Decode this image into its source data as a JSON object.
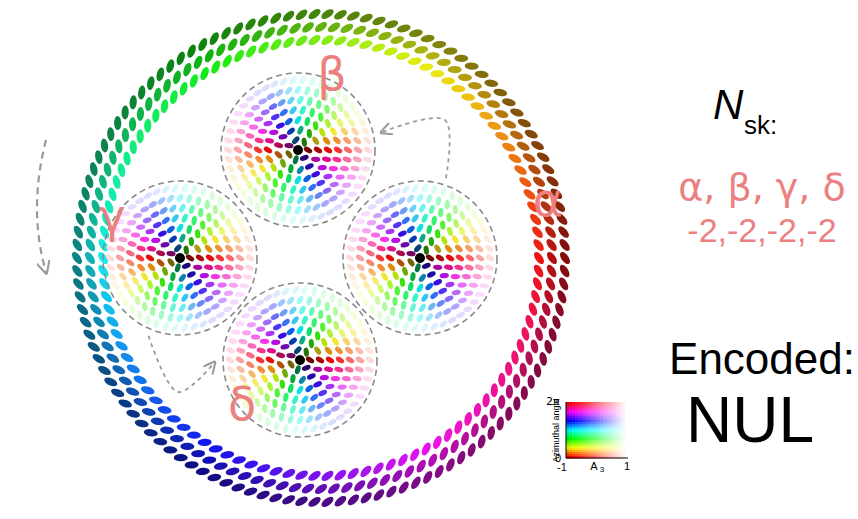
{
  "diagram": {
    "nodes": [
      {
        "text": [
          "α"
        ]
      },
      {
        "text": [
          "β"
        ]
      },
      {
        "text": [
          "γ"
        ]
      },
      {
        "text": [
          "δ"
        ]
      }
    ],
    "edges": [
      {
        "from": 0,
        "to": 1,
        "arrow": "to"
      },
      {
        "from": 2,
        "to": 3,
        "arrow": "to"
      }
    ],
    "labels": [
      "N",
      "sk:",
      "α, β, γ, δ",
      "-2,-2,-2,-2",
      "Encoded:",
      "NUL",
      "2π",
      "Azimuthal angle",
      "0",
      "-1",
      "A",
      "3",
      "1"
    ]
  }
}
